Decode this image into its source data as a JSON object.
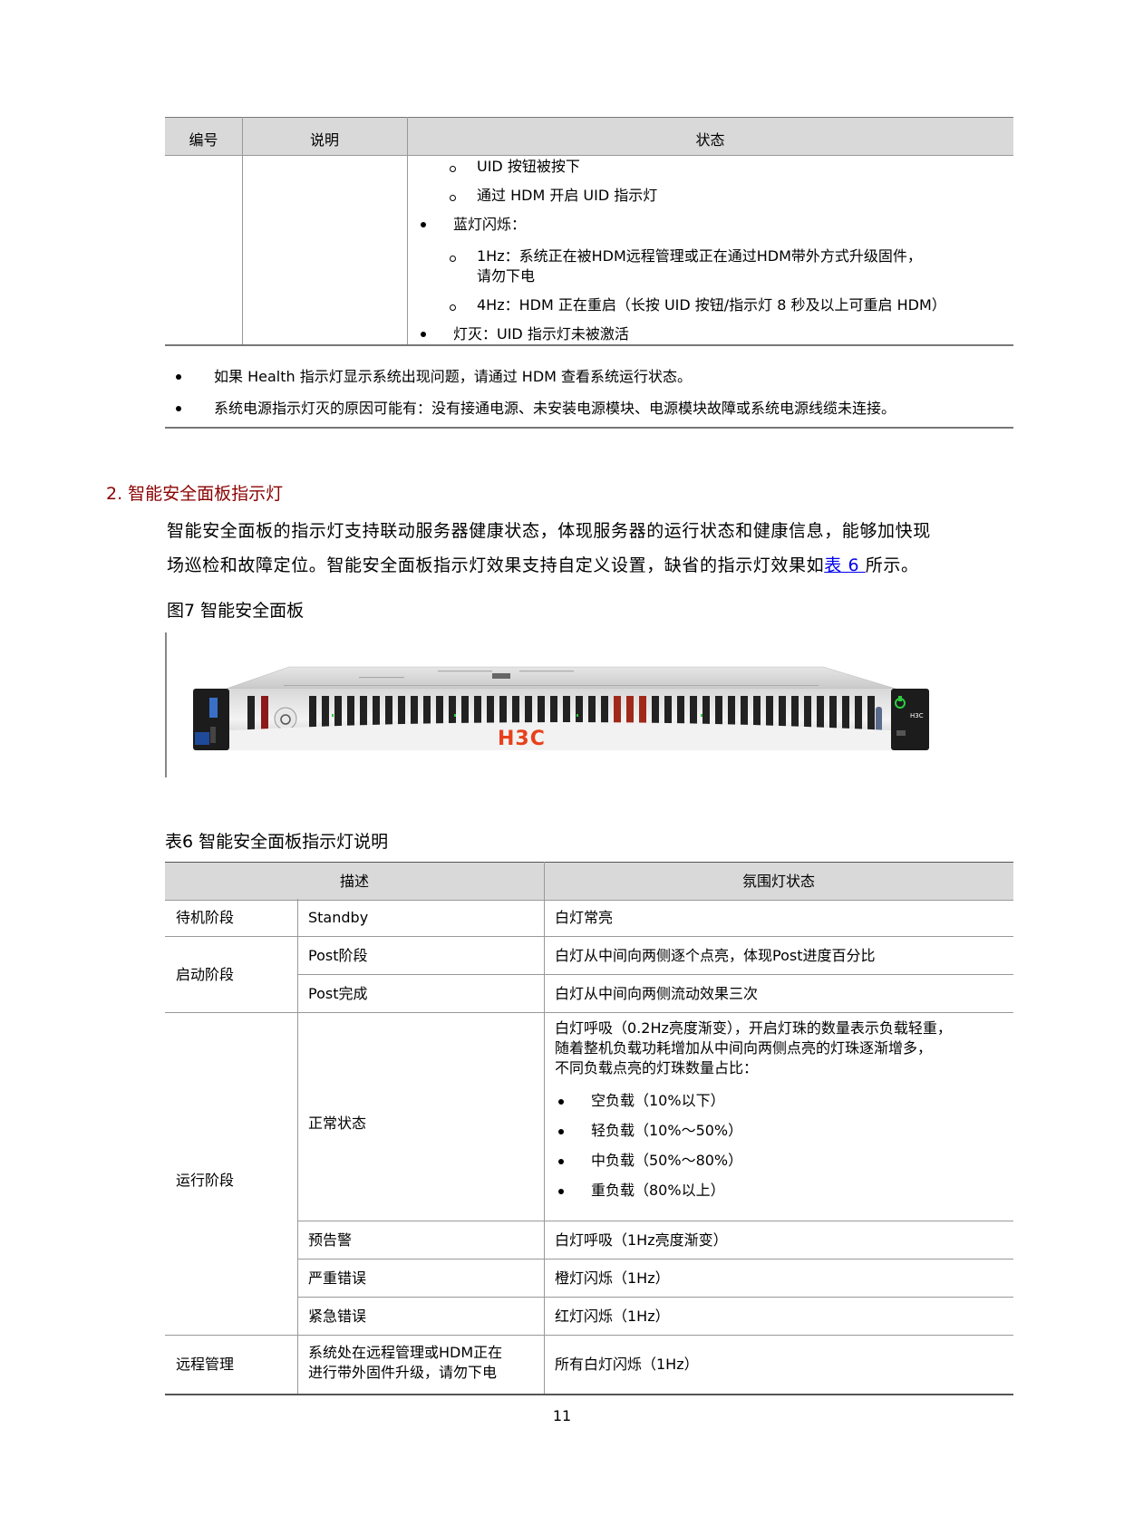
{
  "top_table": {
    "headers": [
      "编号",
      "说明",
      "状态"
    ],
    "status_items": [
      {
        "level": 2,
        "text": "UID 按钮被按下"
      },
      {
        "level": 2,
        "text": "通过 HDM 开启 UID 指示灯"
      },
      {
        "level": 1,
        "text": "蓝灯闪烁："
      },
      {
        "level": 2,
        "text": "1Hz：系统正在被HDM远程管理或正在通过HDM带外方式升级固件，",
        "cont": "请勿下电"
      },
      {
        "level": 2,
        "text": "4Hz：HDM 正在重启（长按 UID 按钮/指示灯 8 秒及以上可重启 HDM）"
      },
      {
        "level": 1,
        "text": "灯灭：UID 指示灯未被激活"
      }
    ]
  },
  "notes": [
    "如果 Health 指示灯显示系统出现问题，请通过 HDM 查看系统运行状态。",
    "系统电源指示灯灭的原因可能有：没有接通电源、未安装电源模块、电源模块故障或系统电源线缆未连接。"
  ],
  "section": {
    "title": "2. 智能安全面板指示灯",
    "para_line1": "智能安全面板的指示灯支持联动服务器健康状态，体现服务器的运行状态和健康信息，能够加快现",
    "para_line2_pre": "场巡检和故障定位。智能安全面板指示灯效果支持自定义设置，缺省的指示灯效果如",
    "para_link": "表 6 ",
    "para_line2_post": "所示。"
  },
  "figure": {
    "title": "图7 智能安全面板",
    "logo": "H3C",
    "power_icon": "power-icon",
    "front_logo": "H3C"
  },
  "table6": {
    "title": "表6 智能安全面板指示灯说明",
    "headers": [
      "描述",
      "氛围灯状态"
    ],
    "rows": {
      "standby": {
        "stage": "待机阶段",
        "desc": "Standby",
        "state": "白灯常亮"
      },
      "boot": {
        "stage": "启动阶段",
        "post_stage": {
          "desc": "Post阶段",
          "state": "白灯从中间向两侧逐个点亮，体现Post进度百分比"
        },
        "post_done": {
          "desc": "Post完成",
          "state": "白灯从中间向两侧流动效果三次"
        }
      },
      "run": {
        "stage": "运行阶段",
        "normal": {
          "desc": "正常状态",
          "state_lines": [
            "白灯呼吸（0.2Hz亮度渐变），开启灯珠的数量表示负载轻重，",
            "随着整机负载功耗增加从中间向两侧点亮的灯珠逐渐增多，",
            "不同负载点亮的灯珠数量占比："
          ],
          "bullets": [
            "空负载（10%以下）",
            "轻负载（10%～50%）",
            "中负载（50%～80%）",
            "重负载（80%以上）"
          ]
        },
        "warning": {
          "desc": "预告警",
          "state": "白灯呼吸（1Hz亮度渐变）"
        },
        "critical": {
          "desc": "严重错误",
          "state": "橙灯闪烁（1Hz）"
        },
        "emergency": {
          "desc": "紧急错误",
          "state": "红灯闪烁（1Hz）"
        }
      },
      "remote": {
        "stage": "远程管理",
        "desc_lines": [
          "系统处在远程管理或HDM正在",
          "进行带外固件升级，请勿下电"
        ],
        "state": "所有白灯闪烁（1Hz）"
      }
    }
  },
  "page_number": "11",
  "colors": {
    "heading": "#8b0000",
    "link": "#0000ee",
    "header_bg": "#d9d9d9",
    "h3c_logo": "#e8401c"
  }
}
